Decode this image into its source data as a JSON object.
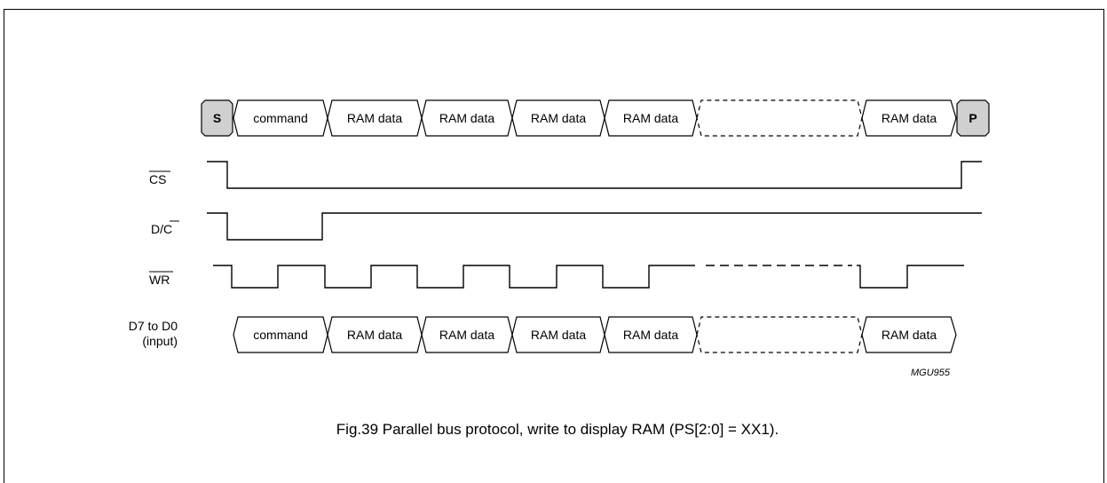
{
  "figure": {
    "caption": "Fig.39  Parallel bus protocol, write to display RAM (PS[2:0] = XX1).",
    "code": "MGU955"
  },
  "protocol_row": {
    "start": "S",
    "stop": "P",
    "segments": [
      "command",
      "RAM data",
      "RAM data",
      "RAM data",
      "RAM data",
      "",
      "RAM data"
    ]
  },
  "signals": {
    "cs": "CS",
    "dc_prefix": "D/",
    "dc_suffix": "C",
    "wr": "WR",
    "data_line1": "D7 to D0",
    "data_line2": "(input)"
  },
  "data_row": {
    "segments": [
      "command",
      "RAM data",
      "RAM data",
      "RAM data",
      "RAM data",
      "",
      "RAM data"
    ]
  },
  "colors": {
    "line": "#000000",
    "start_stop_fill": "#d0d0d0"
  }
}
